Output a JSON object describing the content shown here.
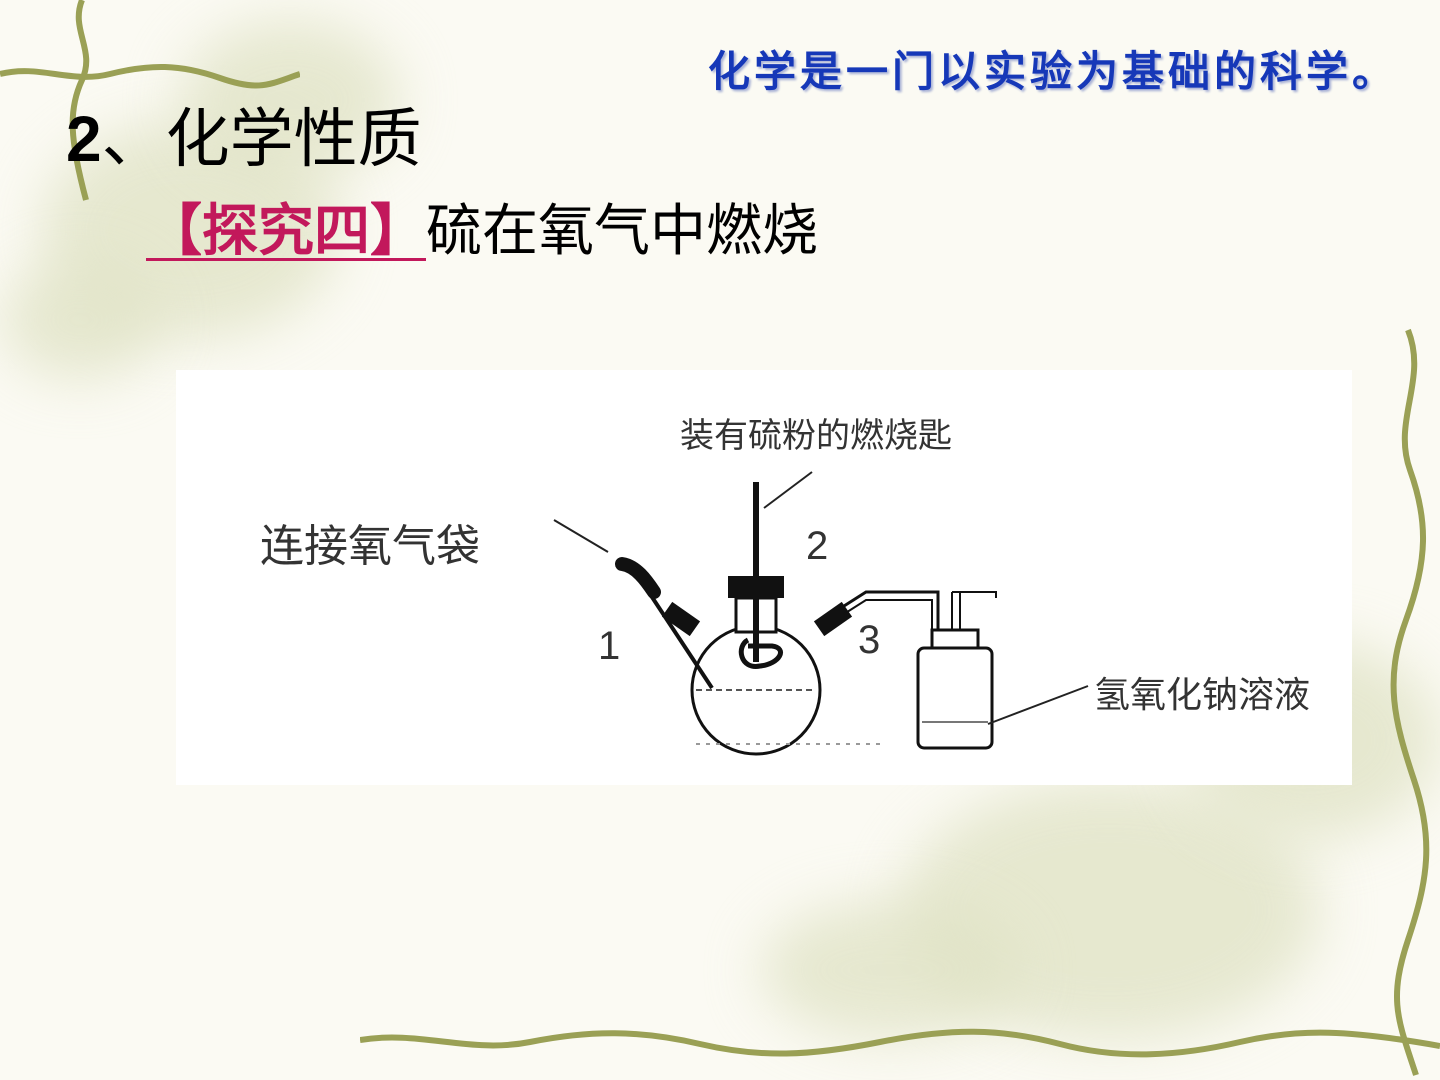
{
  "slide": {
    "tagline": "化学是一门以实验为基础的科学。",
    "heading_number": "2",
    "heading_text": "、化学性质",
    "inquiry_tag": "【探究四】",
    "inquiry_title": "硫在氧气中燃烧"
  },
  "diagram": {
    "label_spoon": "装有硫粉的燃烧匙",
    "label_oxygen": "连接氧气袋",
    "label_naoh": "氢氧化钠溶液",
    "num_1": "1",
    "num_2": "2",
    "num_3": "3"
  },
  "colors": {
    "tagline": "#1638b8",
    "inquiry_tag": "#c2185b",
    "vine": "#9aa055"
  }
}
